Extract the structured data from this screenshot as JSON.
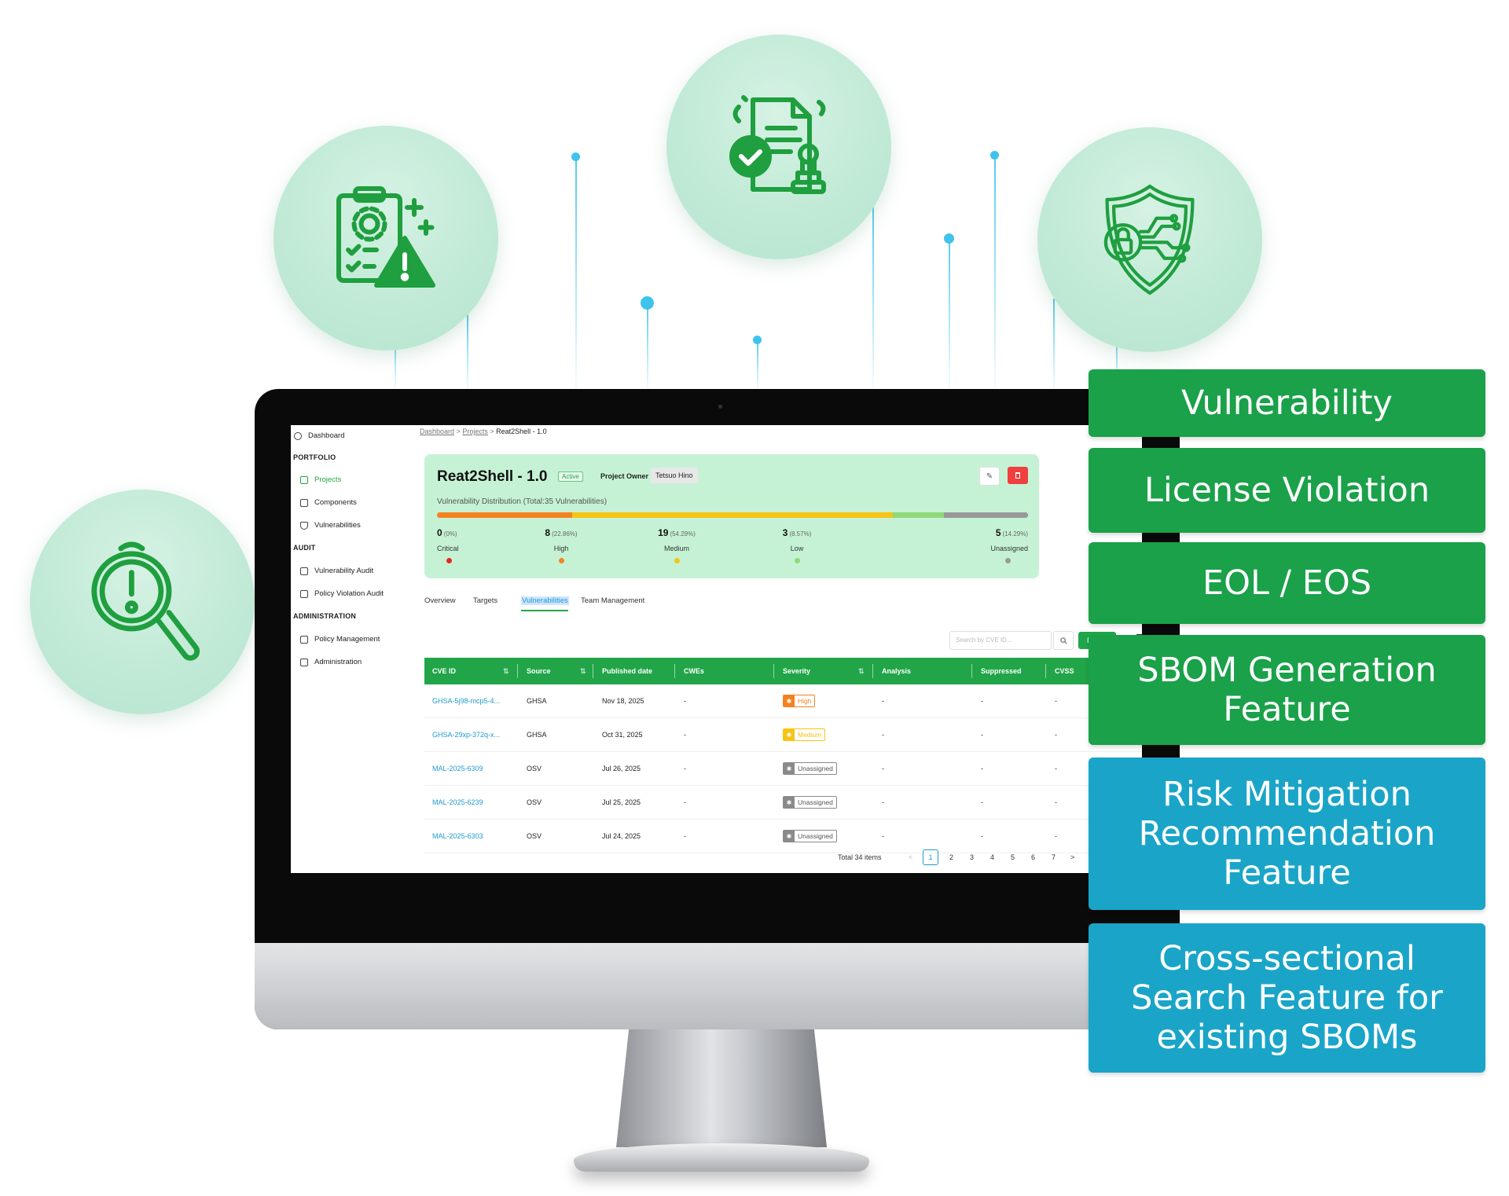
{
  "screen": {
    "sidebar": {
      "dashboard": "Dashboard",
      "portfolio": "PORTFOLIO",
      "projects": "Projects",
      "components": "Components",
      "vulnerabilities": "Vulnerabilities",
      "audit": "AUDIT",
      "vulnerability_audit": "Vulnerability Audit",
      "policy_violation_audit": "Policy Violation Audit",
      "administration_section": "ADMINISTRATION",
      "policy_management": "Policy Management",
      "administration": "Administration"
    },
    "breadcrumb": {
      "dashboard": "Dashboard",
      "sep1": ">",
      "projects": "Projects",
      "sep2": ">",
      "current": "Reat2Shell - 1.0"
    },
    "project": {
      "title": "Reat2Shell - 1.0",
      "status": "Active",
      "owner_label": "Project Owner",
      "owner": "Tetsuo Hino",
      "distribution_label": "Vulnerability Distribution (Total:35 Vulnerabilities)",
      "stats": [
        {
          "count": "0",
          "pct": "(0%)",
          "label": "Critical",
          "color": "#e02b20",
          "share": 0.0
        },
        {
          "count": "8",
          "pct": "(22.86%)",
          "label": "High",
          "color": "#f58220",
          "share": 0.2286
        },
        {
          "count": "19",
          "pct": "(54.29%)",
          "label": "Medium",
          "color": "#f7c414",
          "share": 0.5429
        },
        {
          "count": "3",
          "pct": "(8.57%)",
          "label": "Low",
          "color": "#8fd97a",
          "share": 0.0857
        },
        {
          "count": "5",
          "pct": "(14.29%)",
          "label": "Unassigned",
          "color": "#999999",
          "share": 0.1429
        }
      ]
    },
    "tabs": [
      "Overview",
      "Targets",
      "Vulnerabilities",
      "Team Management"
    ],
    "active_tab": "Vulnerabilities",
    "search": {
      "placeholder": "Search by CVE ID..."
    },
    "export_label": "Export",
    "table": {
      "columns": [
        "CVE ID",
        "Source",
        "Published date",
        "CWEs",
        "Severity",
        "Analysis",
        "Suppressed",
        "CVSS"
      ],
      "rows": [
        {
          "id": "GHSA-5j98-mcp5-4...",
          "source": "GHSA",
          "date": "Nov 18, 2025",
          "cwes": "-",
          "severity": "High",
          "sev_color": "#f58220",
          "analysis": "-",
          "suppressed": "-",
          "cvss": "-"
        },
        {
          "id": "GHSA-29xp-372q-x...",
          "source": "GHSA",
          "date": "Oct 31, 2025",
          "cwes": "-",
          "severity": "Medium",
          "sev_color": "#f7c414",
          "analysis": "-",
          "suppressed": "-",
          "cvss": "-"
        },
        {
          "id": "MAL-2025-6309",
          "source": "OSV",
          "date": "Jul 26, 2025",
          "cwes": "-",
          "severity": "Unassigned",
          "sev_color": "#8a8a8a",
          "analysis": "-",
          "suppressed": "-",
          "cvss": "-"
        },
        {
          "id": "MAL-2025-6239",
          "source": "OSV",
          "date": "Jul 25, 2025",
          "cwes": "-",
          "severity": "Unassigned",
          "sev_color": "#8a8a8a",
          "analysis": "-",
          "suppressed": "-",
          "cvss": "-"
        },
        {
          "id": "MAL-2025-6303",
          "source": "OSV",
          "date": "Jul 24, 2025",
          "cwes": "-",
          "severity": "Unassigned",
          "sev_color": "#8a8a8a",
          "analysis": "-",
          "suppressed": "-",
          "cvss": "-"
        }
      ]
    },
    "pagination": {
      "total": "Total 34 items",
      "prev": "<",
      "pages": [
        "1",
        "2",
        "3",
        "4",
        "5",
        "6",
        "7"
      ],
      "current": "1",
      "next": ">"
    }
  },
  "features": [
    {
      "text": "Vulnerability",
      "color": "#1aa149"
    },
    {
      "text": "License Violation",
      "color": "#1aa149"
    },
    {
      "text": "EOL / EOS",
      "color": "#1aa149"
    },
    {
      "text": "SBOM Generation Feature",
      "color": "#1aa149"
    },
    {
      "text": "Risk Mitigation Recommendation Feature",
      "color": "#1aa5c8"
    },
    {
      "text": "Cross-sectional Search Feature for existing SBOMs",
      "color": "#1aa5c8"
    }
  ],
  "icons": [
    "clipboard-gear-warning-icon",
    "document-stamp-check-icon",
    "shield-lock-circuit-icon",
    "magnifier-alert-icon"
  ]
}
